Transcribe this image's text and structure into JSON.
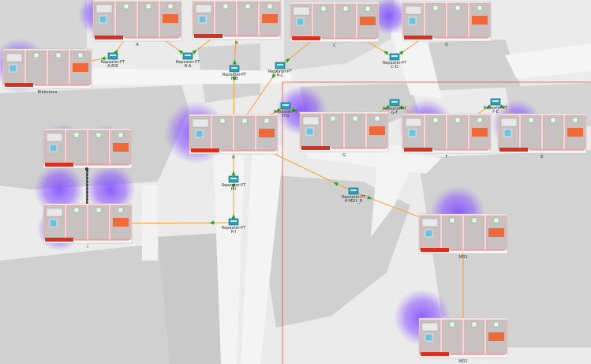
{
  "buildings": [
    {
      "id": "A",
      "label": "A"
    },
    {
      "id": "B",
      "label": "B"
    },
    {
      "id": "C",
      "label": "C"
    },
    {
      "id": "D",
      "label": "D"
    },
    {
      "id": "BIB",
      "label": "Biblioteca"
    },
    {
      "id": "H",
      "label": "H"
    },
    {
      "id": "G",
      "label": "G"
    },
    {
      "id": "F",
      "label": "F"
    },
    {
      "id": "E",
      "label": "E"
    },
    {
      "id": "J",
      "label": ""
    },
    {
      "id": "I",
      "label": "I"
    },
    {
      "id": "MD1",
      "label": "MD1"
    },
    {
      "id": "MD2",
      "label": "MD2"
    }
  ],
  "repeaters": [
    {
      "id": "r_abib",
      "label": "Repeater-PT\nA-BIB"
    },
    {
      "id": "r_ba",
      "label": "Repeater-PT\nB-A"
    },
    {
      "id": "r_hb",
      "label": "Repeater-PT\nH-B"
    },
    {
      "id": "r_hc",
      "label": "Repeater-PT\nH-C"
    },
    {
      "id": "r_cd",
      "label": "Repeater-PT\nC-D"
    },
    {
      "id": "r_hg",
      "label": "Repeater-PT\nH-G"
    },
    {
      "id": "r_gf",
      "label": "Repeater-PT\nG-F"
    },
    {
      "id": "r_fe",
      "label": "Repeater-PT\nF-E"
    },
    {
      "id": "r_hi",
      "label": "Repeater-PT\nH-I"
    },
    {
      "id": "r_ri",
      "label": "Repeater-PT\nR-I"
    },
    {
      "id": "r_hmd1",
      "label": "Repeater-PT\nH-MD1_R"
    }
  ],
  "links": [
    [
      "A",
      "r_abib"
    ],
    [
      "r_abib",
      "BIB"
    ],
    [
      "A",
      "r_ba"
    ],
    [
      "r_ba",
      "B"
    ],
    [
      "H",
      "r_hb"
    ],
    [
      "r_hb",
      "B"
    ],
    [
      "H",
      "r_hc"
    ],
    [
      "r_hc",
      "C"
    ],
    [
      "C",
      "r_cd"
    ],
    [
      "r_cd",
      "D"
    ],
    [
      "H",
      "r_hg"
    ],
    [
      "r_hg",
      "G"
    ],
    [
      "G",
      "r_gf"
    ],
    [
      "r_gf",
      "F"
    ],
    [
      "F",
      "r_fe"
    ],
    [
      "r_fe",
      "E"
    ],
    [
      "H",
      "r_hi"
    ],
    [
      "r_hi",
      "r_ri"
    ],
    [
      "I",
      "r_ri"
    ],
    [
      "H",
      "r_hmd1"
    ],
    [
      "r_hmd1",
      "MD1"
    ],
    [
      "MD1",
      "MD2"
    ],
    [
      "J",
      "I"
    ]
  ],
  "colors": {
    "background": "#ebebeb",
    "road": "#f4f4f4",
    "block": "#d0d0d0",
    "link": "#f2a033",
    "link_arrow": "#22aa22",
    "coverage": "#8a55ff",
    "building_body": "#c7c1c1",
    "building_roof": "#f0a0a0",
    "building_base": "#d93020",
    "window": "#6fbfdf",
    "accent_tile": "#ee6a3a",
    "gridline": "#e05050"
  }
}
